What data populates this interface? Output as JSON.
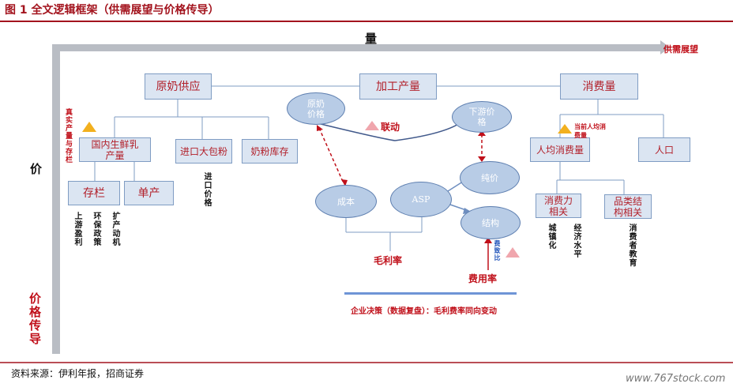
{
  "title": "图 1  全文逻辑框架（供需展望与价格传导）",
  "source": "资料来源：伊利年报，招商证券",
  "watermark": "www.767stock.com",
  "axes": {
    "top": "量",
    "left": "价",
    "left_bottom": "价格传导",
    "top_right": "供需展望"
  },
  "nodes": {
    "raw_supply": "原奶供应",
    "processing": "加工产量",
    "consumption": "消费量",
    "domestic_raw": "国内生鲜乳产量",
    "import_powder": "进口大包粉",
    "powder_stock": "奶粉库存",
    "stock_bar": "存栏",
    "unit_yield": "单产",
    "raw_price": "原奶价格",
    "downstream_price": "下游价格",
    "cost": "成本",
    "asp": "ASP",
    "pure_price": "纯价",
    "structure": "结构",
    "per_capita": "人均消费量",
    "population": "人口",
    "consume_power": "消费力相关",
    "category_structure": "品类结构相关"
  },
  "labels": {
    "real_output": "真实产量与存栏",
    "linkage": "联动",
    "current_per_capita": "当前人均消费量",
    "import_price": "进口价格",
    "gross_margin": "毛利率",
    "expense_ratio": "费用率",
    "expense_caused": "费致比",
    "decision": "企业决策（数据复盘）：毛利费率同向变动"
  },
  "factors": {
    "upstream_profit": "上游盈利",
    "env_policy": "环保政策",
    "expansion": "扩产动机",
    "urbanization": "城镇化",
    "economy": "经济水平",
    "education": "消费者教育"
  },
  "colors": {
    "title_red": "#a3141e",
    "box_fill": "#dbe5f2",
    "ellipse_fill": "#b8cce6",
    "line": "#7f9cc3",
    "warn_orange": "#f2b01e",
    "pink_triangle": "#f0a6ad"
  }
}
